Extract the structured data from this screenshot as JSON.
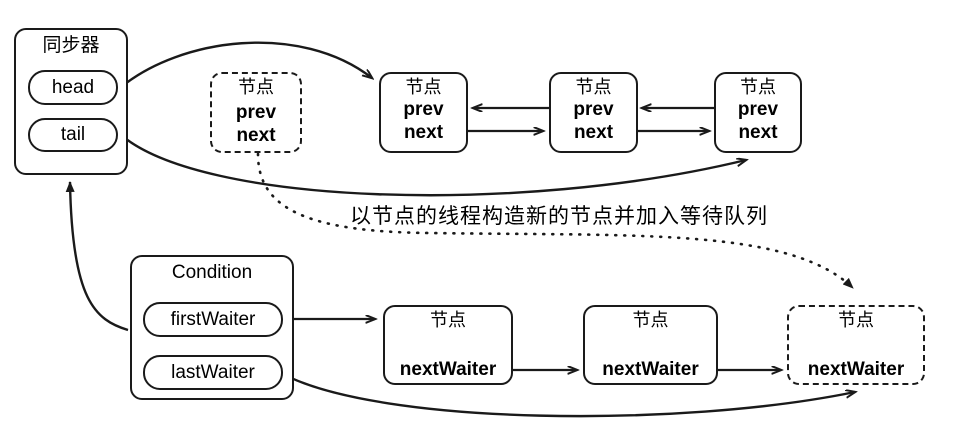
{
  "diagram": {
    "title_text": "以节点的线程构造新的节点并加入等待队列",
    "colors": {
      "stroke": "#1a1a1a",
      "background": "#ffffff",
      "text": "#000000"
    }
  },
  "sync_box": {
    "title": "同步器",
    "fields": [
      {
        "label": "head"
      },
      {
        "label": "tail"
      }
    ]
  },
  "condition_box": {
    "title": "Condition",
    "fields": [
      {
        "label": "firstWaiter"
      },
      {
        "label": "lastWaiter"
      }
    ]
  },
  "queue_nodes": [
    {
      "title": "节点",
      "prev": "prev",
      "next": "next",
      "style": "dashed"
    },
    {
      "title": "节点",
      "prev": "prev",
      "next": "next",
      "style": "solid"
    },
    {
      "title": "节点",
      "prev": "prev",
      "next": "next",
      "style": "solid"
    },
    {
      "title": "节点",
      "prev": "prev",
      "next": "next",
      "style": "solid"
    }
  ],
  "waiter_nodes": [
    {
      "title": "节点",
      "field": "nextWaiter",
      "style": "solid"
    },
    {
      "title": "节点",
      "field": "nextWaiter",
      "style": "solid"
    },
    {
      "title": "节点",
      "field": "nextWaiter",
      "style": "dashed"
    }
  ],
  "caption": "以节点的线程构造新的节点并加入等待队列"
}
